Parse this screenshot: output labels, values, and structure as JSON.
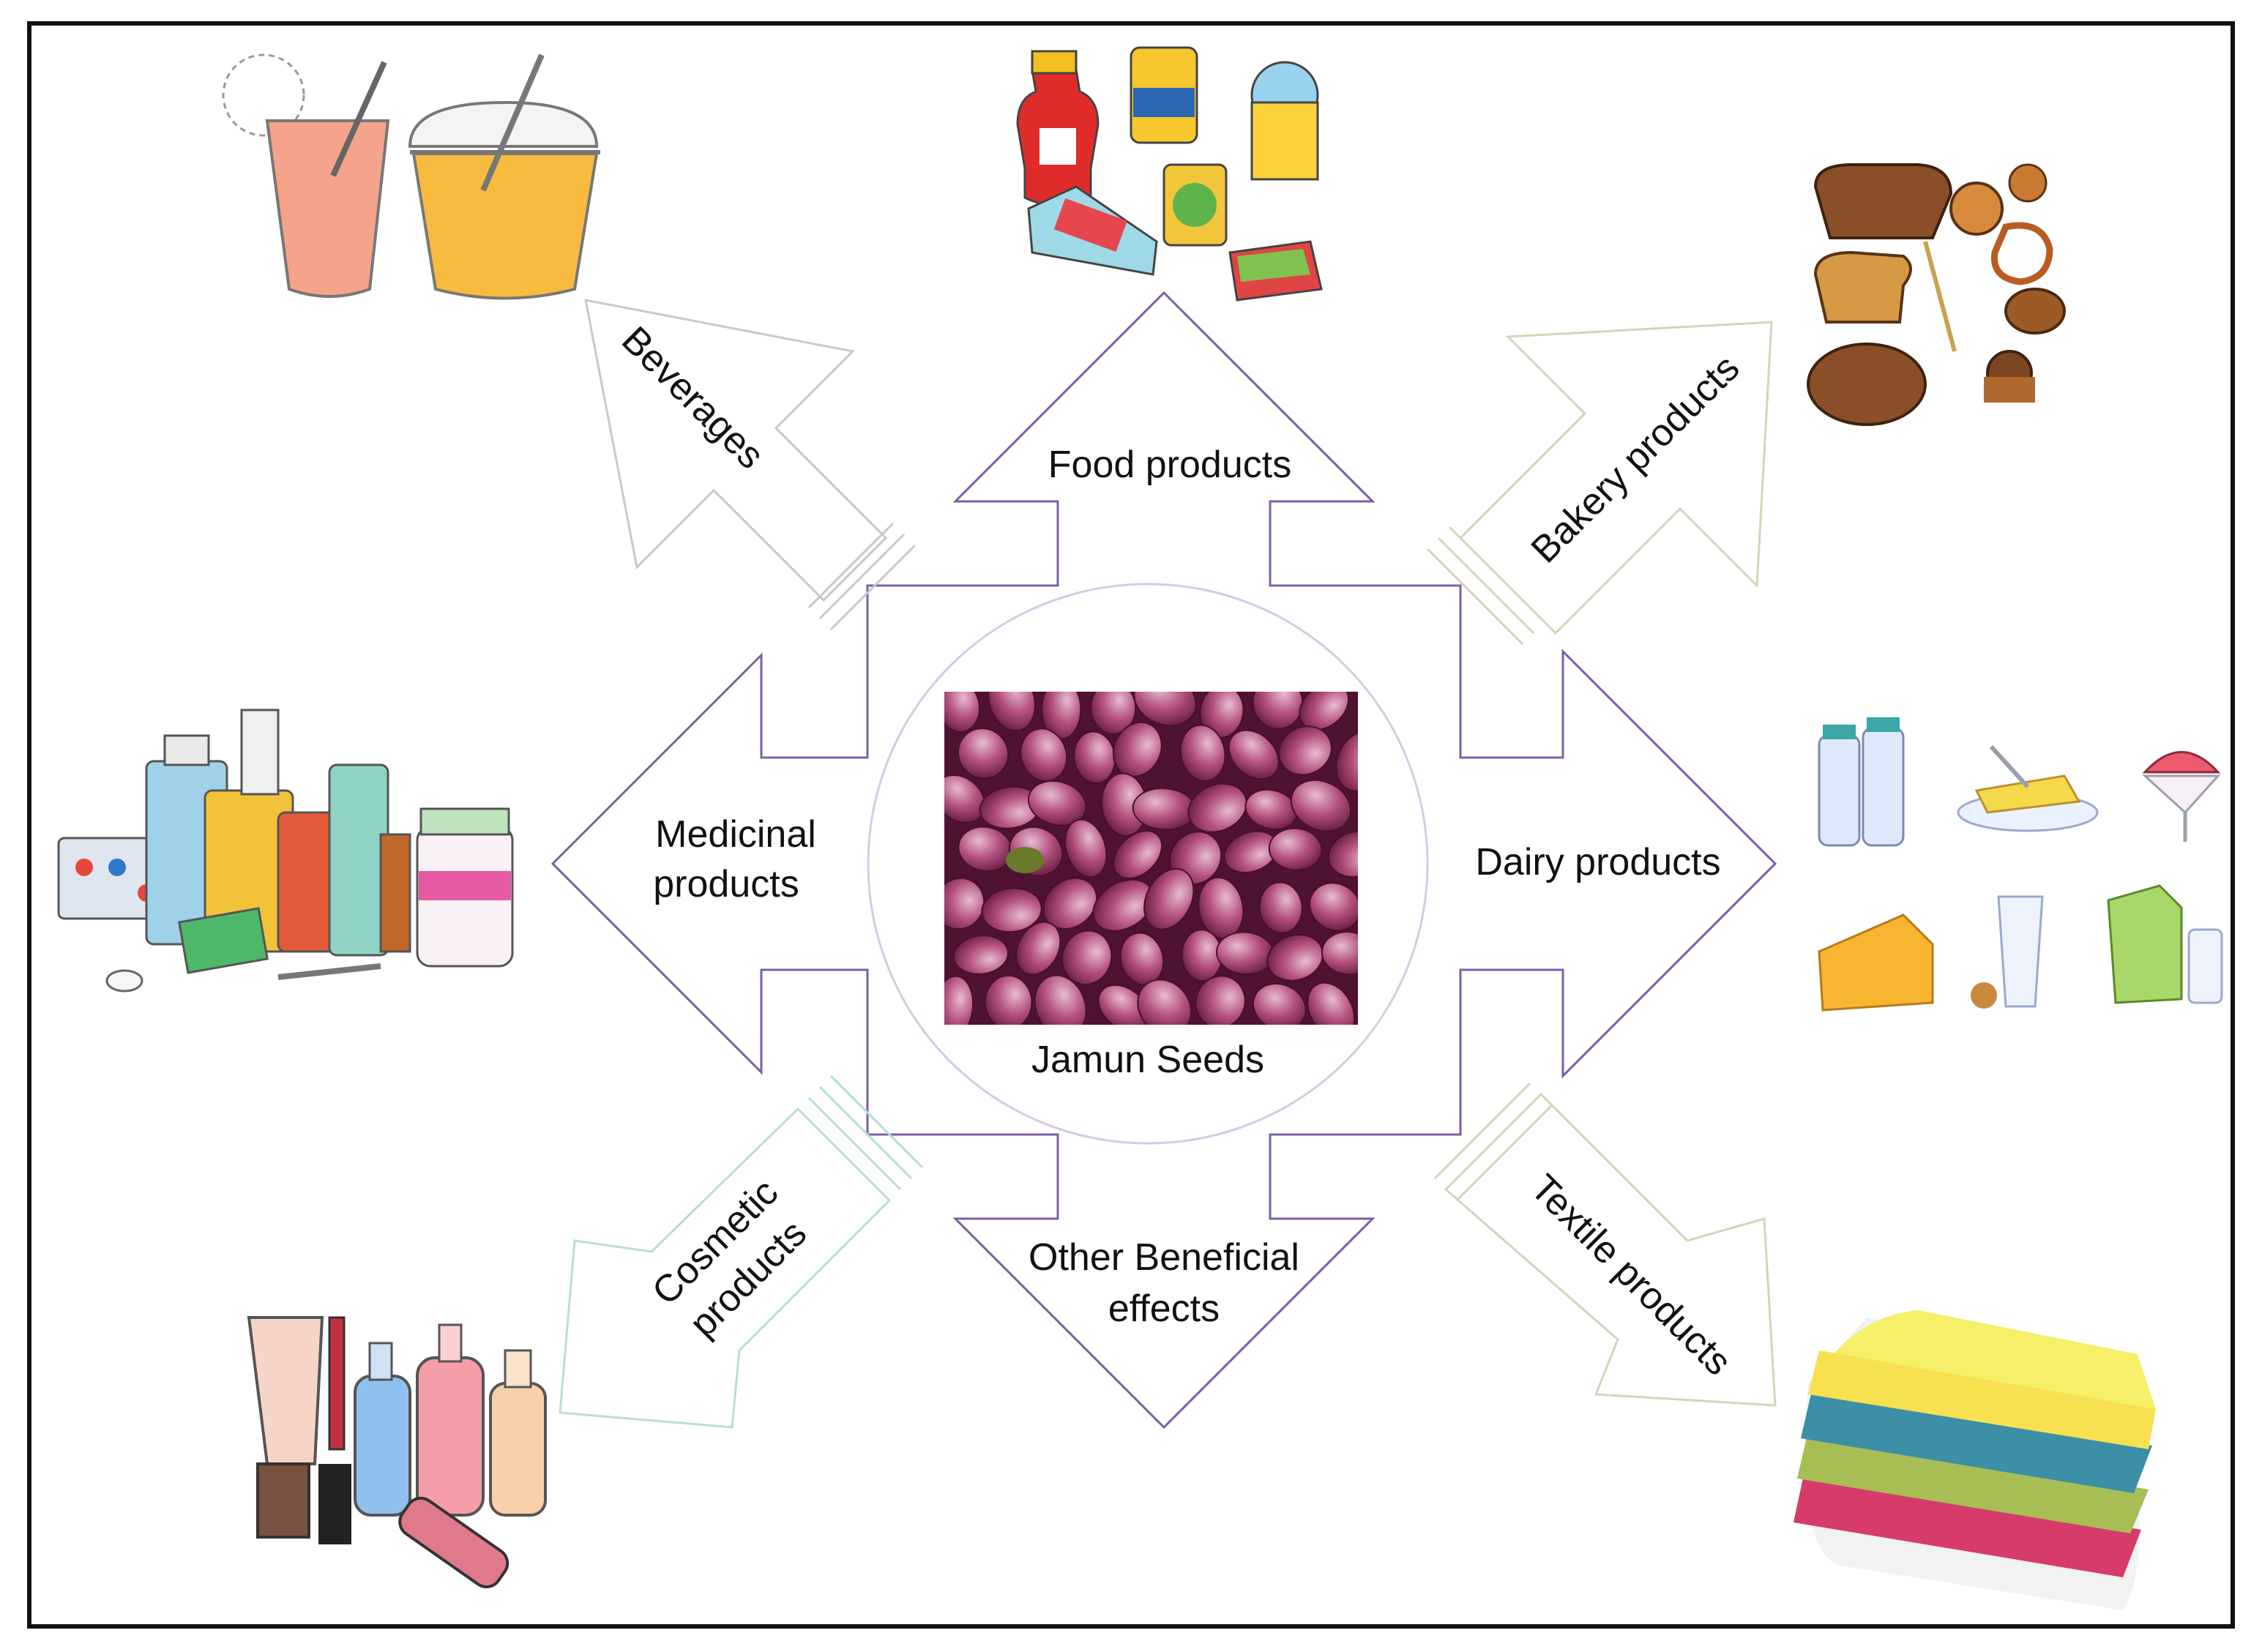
{
  "diagram": {
    "center": {
      "label": "Jamun Seeds"
    },
    "branches": {
      "food": {
        "label": "Food products"
      },
      "beverages": {
        "label": "Beverages"
      },
      "bakery": {
        "label": "Bakery products"
      },
      "medicinal": {
        "label_line1": "Medicinal",
        "label_line2": "products"
      },
      "dairy": {
        "label": "Dairy products"
      },
      "cosmetic": {
        "label_line1": "Cosmetic",
        "label_line2": "products"
      },
      "other": {
        "label_line1": "Other Beneficial",
        "label_line2": "effects"
      },
      "textile": {
        "label": "Textile products"
      }
    }
  },
  "colors": {
    "frame": "#111111",
    "arrow_purple": "#7b5ea7",
    "arrow_gray": "#c8c8c8",
    "arrow_beige": "#d7d2b8",
    "arrow_teal": "#b9ddd8",
    "seed": "#a23a6e",
    "seed_light": "#d9a9c4"
  },
  "icons": {
    "beverages": "beverage-cups-icon",
    "food": "canned-food-icon",
    "bakery": "bread-icon",
    "medicinal": "medicine-bottles-icon",
    "dairy": "dairy-items-icon",
    "cosmetic": "cosmetic-bottles-icon",
    "textile": "towel-stack-icon"
  }
}
